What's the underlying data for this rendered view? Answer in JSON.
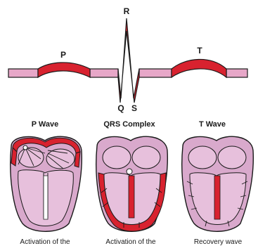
{
  "ecg": {
    "labels": {
      "p": "P",
      "r": "R",
      "t": "T",
      "q": "Q",
      "s": "S"
    }
  },
  "panels": [
    {
      "title": "P Wave",
      "caption": "Activation of the"
    },
    {
      "title": "QRS Complex",
      "caption": "Activation of the"
    },
    {
      "title": "T Wave",
      "caption": "Recovery wave"
    }
  ],
  "colors": {
    "red": "#d8222f",
    "pink": "#e7a7c8",
    "heart_fill": "#d9a9cc",
    "outline": "#1a1a1a"
  }
}
